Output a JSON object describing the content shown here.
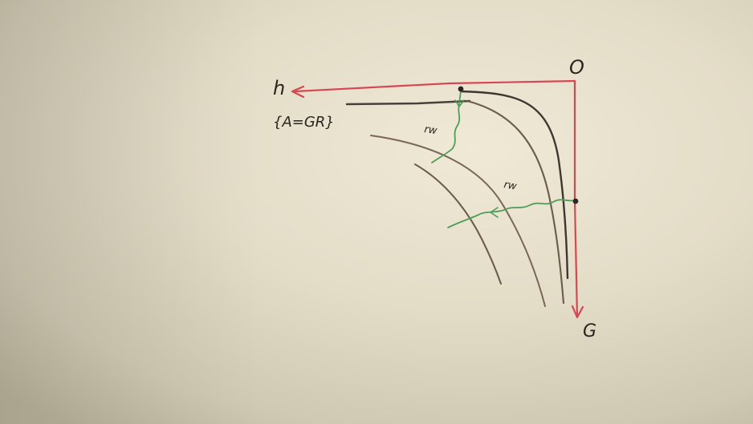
{
  "diagram": {
    "origin_label": "O",
    "horizontal_axis_label": "h",
    "vertical_axis_label": "G",
    "bound_label": "{A=GR}",
    "rate_label_top": "rw",
    "rate_label_right": "rw"
  },
  "colors": {
    "paper_light": "#ece5d1",
    "paper_mid": "#d9d2bd",
    "paper_dark": "#b5ae98",
    "axis_red": "#d94a55",
    "axis_red_dark": "#c9303d",
    "curve_brown": "#6d5a4d",
    "curve_dark": "#3d3431",
    "flow_green": "#4f9b58",
    "ink": "#2a2420"
  }
}
